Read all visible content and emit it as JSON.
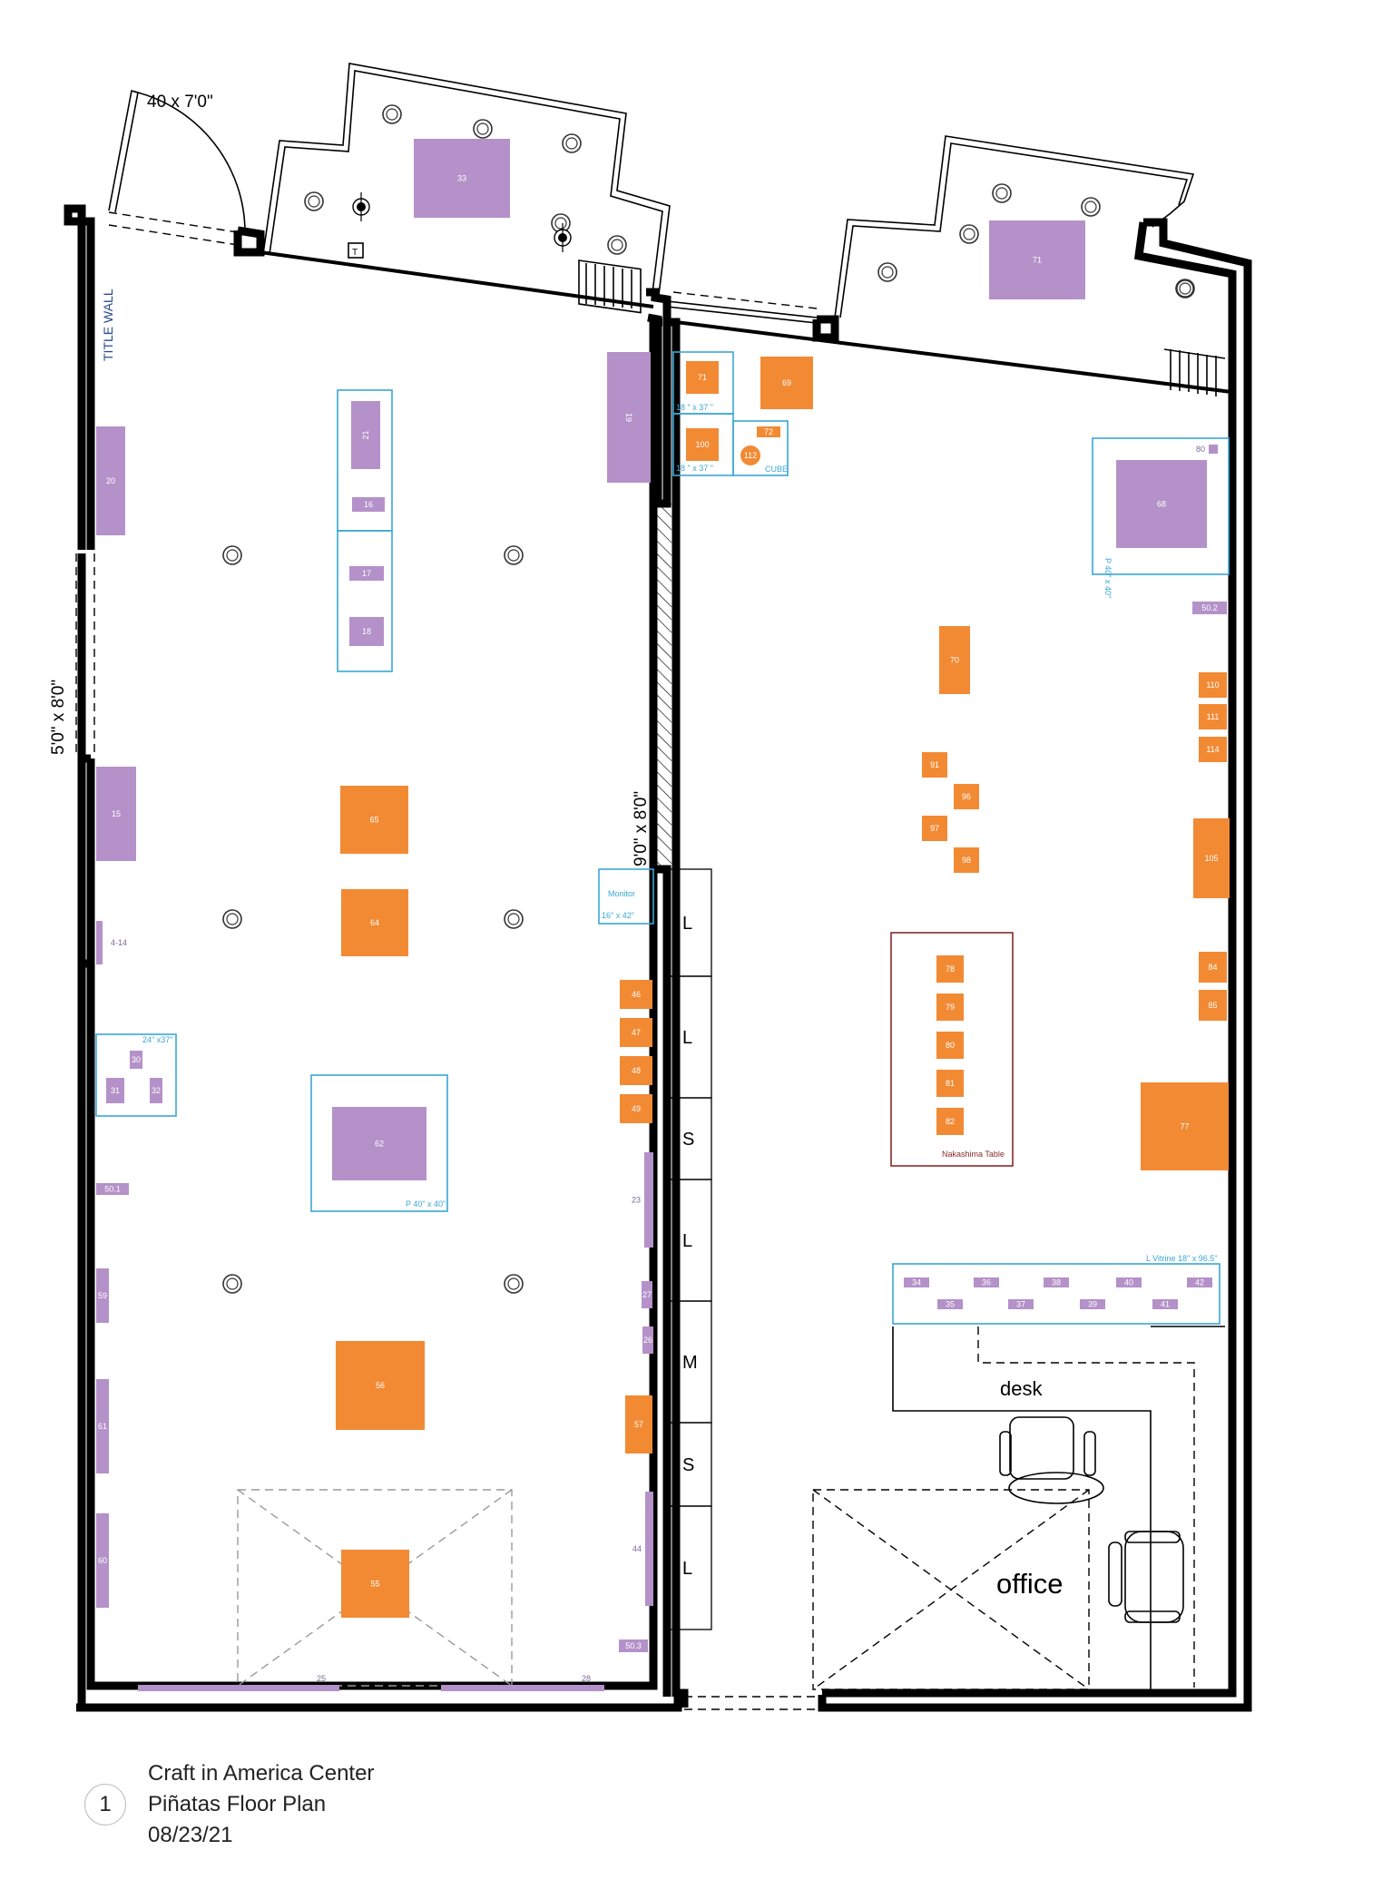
{
  "colors": {
    "orange": "#f28a34",
    "purple": "#b491c8",
    "blue": "#3aa7d6",
    "brown": "#8a2a2a"
  },
  "dimensions": {
    "door_top": "40 x 7'0\"",
    "left_opening": "5'0\" x 8'0\"",
    "center_opening": "9'0\" x 8'0\""
  },
  "labels": {
    "title_wall": "TITLE WALL",
    "monitor": "Monitor",
    "monitor_size": "16\" x 42\"",
    "case_71_size": "18 \" x 37  \"",
    "case_100_size": "18 \" x 37  \"",
    "cube": "CUBE",
    "case_24": "24\" x37\"",
    "plinth_62": "P 40\" x 40\"",
    "plinth_68": "P 40\" x 40\"",
    "vitrine": "L Vitrine 18\" x 96.5\"",
    "nakashima": "Nakashima Table",
    "desk": "desk",
    "office": "office",
    "t_marker": "T"
  },
  "wall_cases": [
    "L",
    "L",
    "S",
    "L",
    "M",
    "S",
    "L"
  ],
  "orange_items": [
    {
      "id": "71"
    },
    {
      "id": "100"
    },
    {
      "id": "69"
    },
    {
      "id": "72"
    },
    {
      "id": "112"
    },
    {
      "id": "65"
    },
    {
      "id": "64"
    },
    {
      "id": "56"
    },
    {
      "id": "55"
    },
    {
      "id": "46"
    },
    {
      "id": "47"
    },
    {
      "id": "48"
    },
    {
      "id": "49"
    },
    {
      "id": "57"
    },
    {
      "id": "70"
    },
    {
      "id": "91"
    },
    {
      "id": "96"
    },
    {
      "id": "97"
    },
    {
      "id": "98"
    },
    {
      "id": "78"
    },
    {
      "id": "79"
    },
    {
      "id": "80"
    },
    {
      "id": "81"
    },
    {
      "id": "82"
    },
    {
      "id": "110"
    },
    {
      "id": "111"
    },
    {
      "id": "114"
    },
    {
      "id": "105"
    },
    {
      "id": "84"
    },
    {
      "id": "85"
    },
    {
      "id": "77"
    }
  ],
  "purple_items": [
    {
      "id": "33"
    },
    {
      "id": "71"
    },
    {
      "id": "19"
    },
    {
      "id": "21"
    },
    {
      "id": "16"
    },
    {
      "id": "17"
    },
    {
      "id": "18"
    },
    {
      "id": "20"
    },
    {
      "id": "15"
    },
    {
      "id": "4-14"
    },
    {
      "id": "30"
    },
    {
      "id": "31"
    },
    {
      "id": "32"
    },
    {
      "id": "62"
    },
    {
      "id": "50.1"
    },
    {
      "id": "59"
    },
    {
      "id": "61"
    },
    {
      "id": "60"
    },
    {
      "id": "23"
    },
    {
      "id": "27"
    },
    {
      "id": "26"
    },
    {
      "id": "44"
    },
    {
      "id": "50.3"
    },
    {
      "id": "25"
    },
    {
      "id": "28"
    },
    {
      "id": "68"
    },
    {
      "id": "80"
    },
    {
      "id": "50.2"
    },
    {
      "id": "34"
    },
    {
      "id": "36"
    },
    {
      "id": "38"
    },
    {
      "id": "40"
    },
    {
      "id": "42"
    },
    {
      "id": "35"
    },
    {
      "id": "37"
    },
    {
      "id": "39"
    },
    {
      "id": "41"
    }
  ],
  "caption": {
    "number": "1",
    "line1": "Craft in America Center",
    "line2": "Piñatas Floor Plan",
    "line3": "08/23/21"
  }
}
